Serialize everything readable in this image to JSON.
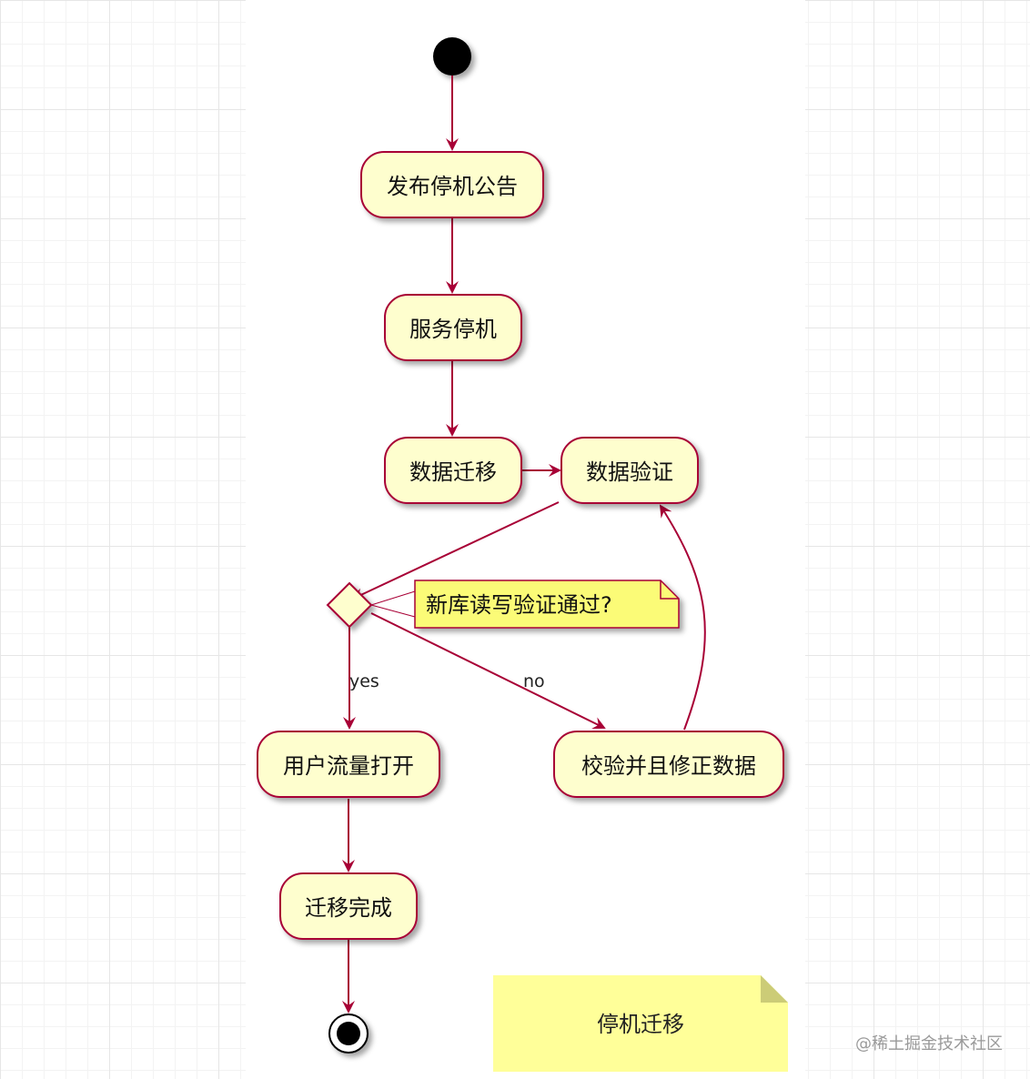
{
  "diagram": {
    "colors": {
      "node_fill": "#fefece",
      "node_border": "#a80036",
      "arrow": "#a80036",
      "note_fill": "#fbfb77",
      "title_note_fill": "#ffff99"
    },
    "nodes": {
      "announce": "发布停机公告",
      "stop": "服务停机",
      "migrate": "数据迁移",
      "verify": "数据验证",
      "open_traffic": "用户流量打开",
      "fix_data": "校验并且修正数据",
      "done": "迁移完成"
    },
    "decision_note": "新库读写验证通过?",
    "branch_yes": "yes",
    "branch_no": "no",
    "title_note": "停机迁移"
  },
  "watermark": "@稀土掘金技术社区"
}
